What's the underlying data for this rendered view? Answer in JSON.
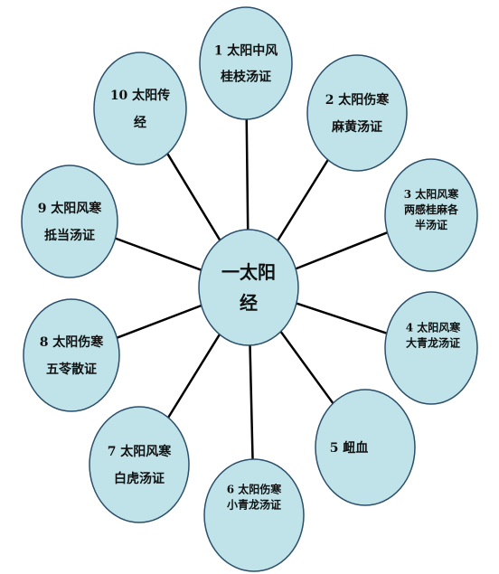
{
  "diagram": {
    "colors": {
      "fill": "#bfe3e8",
      "stroke": "#2b4f6b",
      "line": "#000000"
    },
    "center": {
      "id": "center",
      "lines": [
        "一太阳",
        "经"
      ]
    },
    "nodes": [
      {
        "id": "n1",
        "lines": [
          "1 太阳中风",
          "桂枝汤证"
        ]
      },
      {
        "id": "n2",
        "lines": [
          "2 太阳伤寒",
          "麻黄汤证"
        ]
      },
      {
        "id": "n3",
        "lines": [
          "3  太阳风寒",
          "两感桂麻各",
          "半汤证"
        ]
      },
      {
        "id": "n4",
        "lines": [
          "4  太阳风寒",
          "大青龙汤证"
        ]
      },
      {
        "id": "n5",
        "lines": [
          "5 衄血"
        ]
      },
      {
        "id": "n6",
        "lines": [
          "6  太阳伤寒",
          "小青龙汤证"
        ]
      },
      {
        "id": "n7",
        "lines": [
          "7 太阳风寒",
          "白虎汤证"
        ]
      },
      {
        "id": "n8",
        "lines": [
          "8 太阳伤寒",
          "五苓散证"
        ]
      },
      {
        "id": "n9",
        "lines": [
          "9 太阳风寒",
          "抵当汤证"
        ]
      },
      {
        "id": "n10",
        "lines": [
          "10  太阳传",
          "经"
        ]
      }
    ]
  }
}
